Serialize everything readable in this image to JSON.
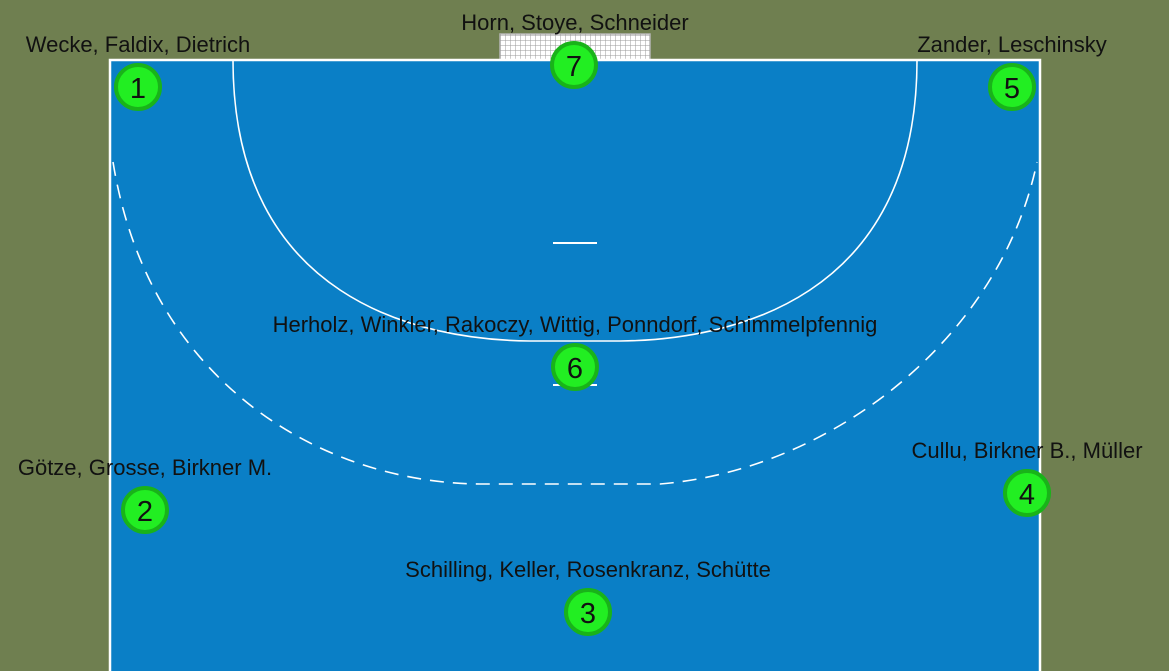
{
  "colors": {
    "surround": "#6f7f50",
    "court": "#0a7fc6",
    "lines": "#ffffff",
    "marker_fill": "#22ee22",
    "marker_ring": "#19b319",
    "text": "#111111"
  },
  "positions": [
    {
      "number": "1",
      "label": "Wecke, Faldix, Dietrich"
    },
    {
      "number": "2",
      "label": "Götze, Grosse, Birkner M."
    },
    {
      "number": "3",
      "label": "Schilling, Keller, Rosenkranz, Schütte"
    },
    {
      "number": "4",
      "label": "Cullu, Birkner B., Müller"
    },
    {
      "number": "5",
      "label": "Zander, Leschinsky"
    },
    {
      "number": "6",
      "label": "Herholz, Winkler, Rakoczy, Wittig, Ponndorf, Schimmelpfennig"
    },
    {
      "number": "7",
      "label": "Horn, Stoye, Schneider"
    }
  ]
}
